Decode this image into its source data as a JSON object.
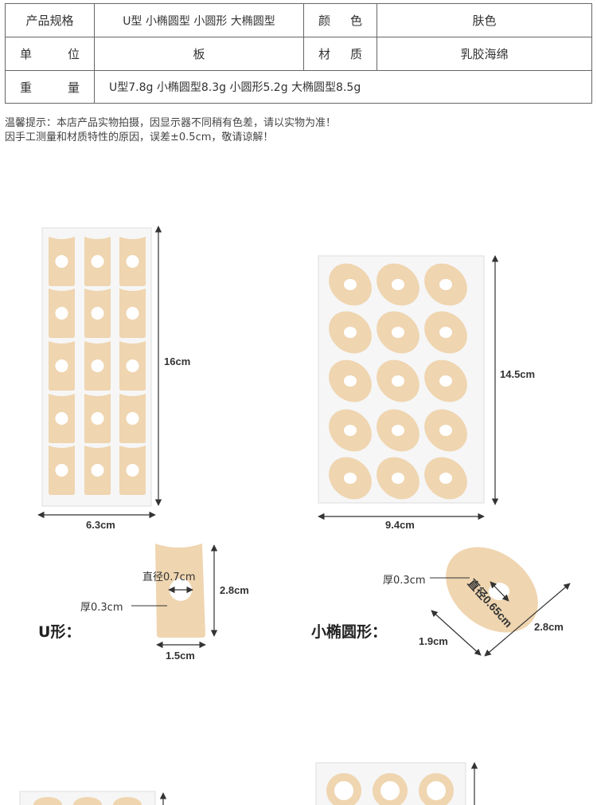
{
  "spec_table": {
    "row1": {
      "label": "产品规格",
      "value": "U型 小椭圆型  小圆形 大椭圆型",
      "label2a": "颜",
      "label2b": "色",
      "value2": "肤色"
    },
    "row2": {
      "label_a": "单",
      "label_b": "位",
      "value": "板",
      "label2a": "材",
      "label2b": "质",
      "value2": "乳胶海绵"
    },
    "row3": {
      "label_a": "重",
      "label_b": "量",
      "value": "U型7.8g 小椭圆型8.3g  小圆形5.2g 大椭圆型8.5g"
    }
  },
  "notice": {
    "line1": "温馨提示：本店产品实物拍摄，因显示器不同稍有色差，请以实物为准！",
    "line2": "因手工测量和材质特性的原因，误差±0.5cm，敬请谅解！"
  },
  "sheet_u": {
    "height": "16cm",
    "width": "6.3cm"
  },
  "sheet_oval": {
    "height": "14.5cm",
    "width": "9.4cm"
  },
  "u_detail": {
    "title": "U形：",
    "hole": "直径0.7cm",
    "thickness": "厚0.3cm",
    "height": "2.8cm",
    "width": "1.5cm"
  },
  "oval_detail": {
    "title": "小椭圆形：",
    "thickness": "厚0.3cm",
    "hole": "直径0.65cm",
    "length": "2.8cm",
    "width": "1.9cm"
  },
  "colors": {
    "foam": "#efd5b0",
    "sheet": "#f6f6f6",
    "line": "#333333"
  }
}
